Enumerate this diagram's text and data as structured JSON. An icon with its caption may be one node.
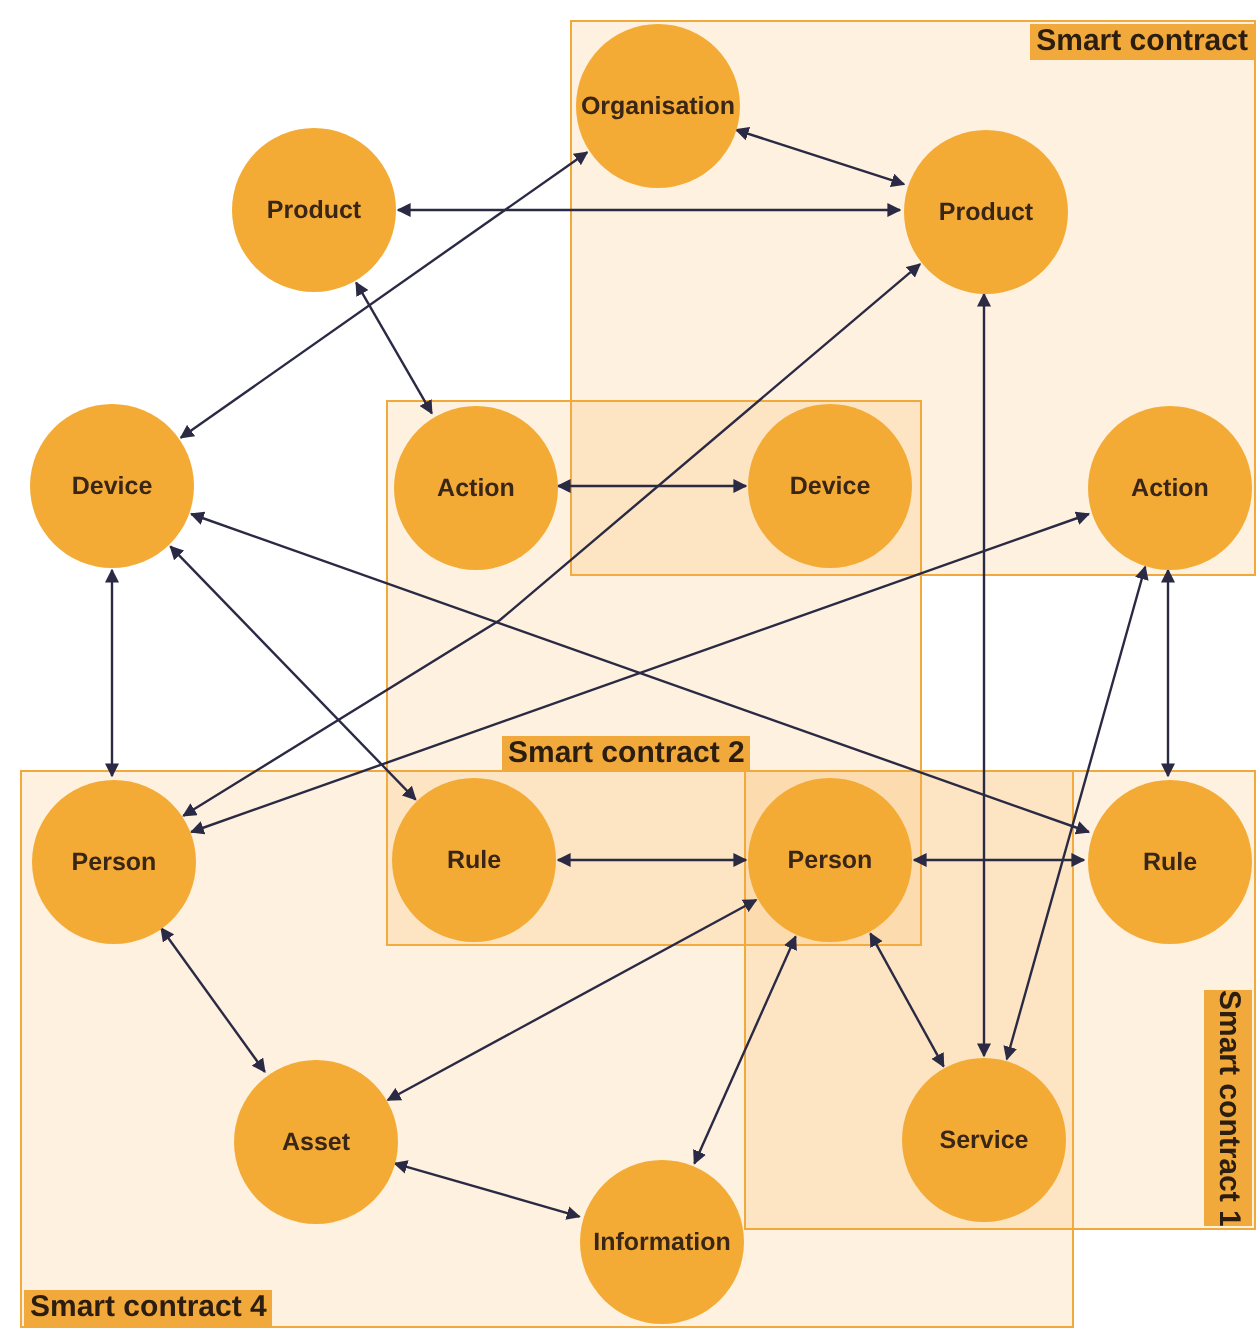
{
  "diagram": {
    "nodes": [
      {
        "text": [
          "Smart contract"
        ]
      },
      {
        "text": [
          "Organisation"
        ],
        "in": 0
      },
      {
        "text": [
          "Product"
        ]
      },
      {
        "text": [
          "Product"
        ],
        "in": 0
      },
      {
        "text": [
          "Device"
        ]
      },
      {
        "text": [
          "Smart contract 2"
        ]
      },
      {
        "text": [
          "Action"
        ],
        "in": 5
      },
      {
        "text": [
          "Device"
        ]
      },
      {
        "text": [
          "Action"
        ],
        "in": 0
      },
      {
        "text": [
          "Smart contract 4"
        ]
      },
      {
        "text": [
          "Person"
        ],
        "in": 9
      },
      {
        "text": [
          "Smart contract 1"
        ]
      },
      {
        "text": [
          "Rule"
        ]
      },
      {
        "text": [
          "Person"
        ]
      },
      {
        "text": [
          "Rule"
        ],
        "in": 11
      },
      {
        "text": [
          "Asset"
        ],
        "in": 9
      },
      {
        "text": [
          "Service"
        ]
      },
      {
        "text": [
          "Information"
        ],
        "in": 9
      }
    ],
    "edges": [
      {
        "from": 1,
        "to": 3,
        "arrow": "both"
      },
      {
        "from": 2,
        "to": 3,
        "arrow": "both"
      },
      {
        "from": 4,
        "to": 1,
        "arrow": "both"
      },
      {
        "from": 2,
        "to": 6,
        "arrow": "both"
      },
      {
        "from": 10,
        "to": 3,
        "arrow": "both"
      },
      {
        "from": 3,
        "to": 16,
        "arrow": "both"
      },
      {
        "from": 6,
        "to": 7,
        "arrow": "both"
      },
      {
        "from": 4,
        "to": 10,
        "arrow": "both"
      },
      {
        "from": 4,
        "to": 12,
        "arrow": "both"
      },
      {
        "from": 4,
        "to": 14,
        "arrow": "both"
      },
      {
        "from": 10,
        "to": 8,
        "arrow": "both"
      },
      {
        "from": 8,
        "to": 14,
        "arrow": "both"
      },
      {
        "from": 8,
        "to": 16,
        "arrow": "both"
      },
      {
        "from": 12,
        "to": 13,
        "arrow": "both"
      },
      {
        "from": 13,
        "to": 14,
        "arrow": "both"
      },
      {
        "from": 10,
        "to": 15,
        "arrow": "both"
      },
      {
        "from": 13,
        "to": 15,
        "arrow": "both"
      },
      {
        "from": 13,
        "to": 17,
        "arrow": "both"
      },
      {
        "from": 13,
        "to": 16,
        "arrow": "both"
      },
      {
        "from": 15,
        "to": 17,
        "arrow": "both"
      }
    ]
  }
}
